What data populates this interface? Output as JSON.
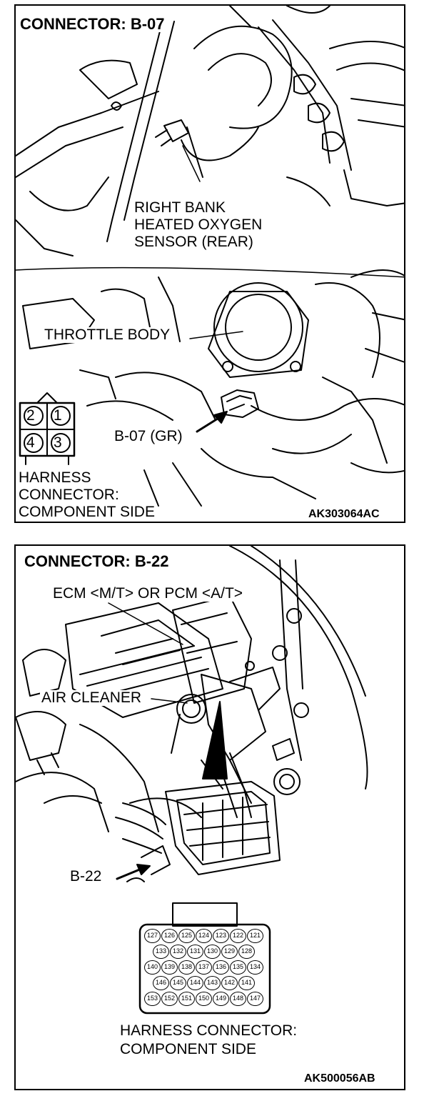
{
  "panel1": {
    "title": "CONNECTOR: B-07",
    "callout_sensor": [
      "RIGHT BANK",
      "HEATED OXYGEN",
      "SENSOR (REAR)"
    ],
    "callout_throttle": "THROTTLE BODY",
    "callout_connector": "B-07 (GR)",
    "pins": [
      "2",
      "1",
      "4",
      "3"
    ],
    "harness_label": [
      "HARNESS",
      "CONNECTOR:",
      "COMPONENT SIDE"
    ],
    "figure_code": "AK303064AC"
  },
  "panel2": {
    "title": "CONNECTOR: B-22",
    "callout_ecm": "ECM <M/T> OR PCM <A/T>",
    "callout_air_cleaner": "AIR CLEANER",
    "callout_connector": "B-22",
    "pin_rows": [
      [
        "127",
        "126",
        "125",
        "124",
        "123",
        "122",
        "121"
      ],
      [
        "133",
        "132",
        "131",
        "130",
        "129",
        "128"
      ],
      [
        "140",
        "139",
        "138",
        "137",
        "136",
        "135",
        "134"
      ],
      [
        "146",
        "145",
        "144",
        "143",
        "142",
        "141"
      ],
      [
        "153",
        "152",
        "151",
        "150",
        "149",
        "148",
        "147"
      ]
    ],
    "harness_label": [
      "HARNESS CONNECTOR:",
      "COMPONENT SIDE"
    ],
    "figure_code": "AK500056AB"
  }
}
